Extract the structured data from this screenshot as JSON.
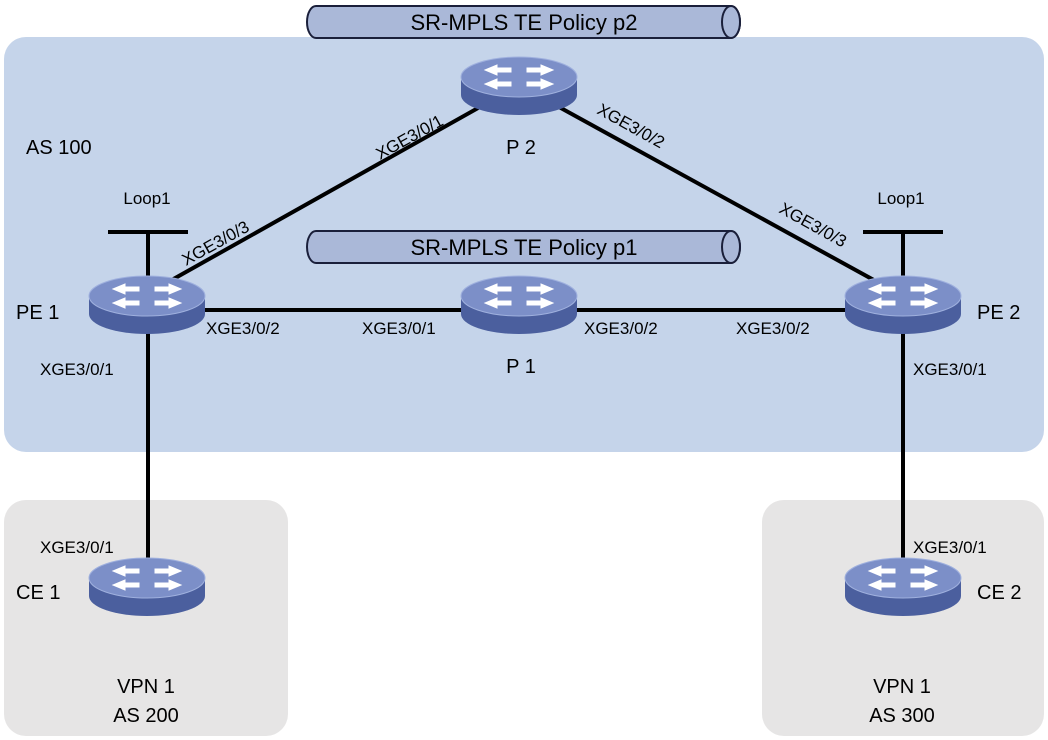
{
  "colors": {
    "as_region": "#c5d4ea",
    "vpn_region": "#e6e5e5",
    "tunnel_fill": "#aab8d8",
    "tunnel_stroke": "#1a1f3a",
    "router_top": "#7c8fc8",
    "router_side": "#4b5f9e",
    "link": "#000000"
  },
  "regions": {
    "as100": "AS 100",
    "vpn_left_line1": "VPN 1",
    "vpn_left_line2": "AS 200",
    "vpn_right_line1": "VPN 1",
    "vpn_right_line2": "AS 300"
  },
  "tunnels": {
    "p2": "SR-MPLS TE Policy p2",
    "p1": "SR-MPLS TE Policy p1"
  },
  "nodes": {
    "pe1": "PE 1",
    "pe2": "PE 2",
    "p1": "P 1",
    "p2": "P 2",
    "ce1": "CE 1",
    "ce2": "CE 2"
  },
  "loopbacks": {
    "pe1": "Loop1",
    "pe2": "Loop1"
  },
  "interfaces": {
    "pe1_to_p2": "XGE3/0/3",
    "p2_to_pe1": "XGE3/0/1",
    "p2_to_pe2": "XGE3/0/2",
    "pe2_to_p2": "XGE3/0/3",
    "pe1_to_p1": "XGE3/0/2",
    "p1_to_pe1": "XGE3/0/1",
    "p1_to_pe2": "XGE3/0/2",
    "pe2_to_p1": "XGE3/0/2",
    "pe1_to_ce1": "XGE3/0/1",
    "pe2_to_ce2": "XGE3/0/1",
    "ce1_to_pe1": "XGE3/0/1",
    "ce2_to_pe2": "XGE3/0/1"
  }
}
